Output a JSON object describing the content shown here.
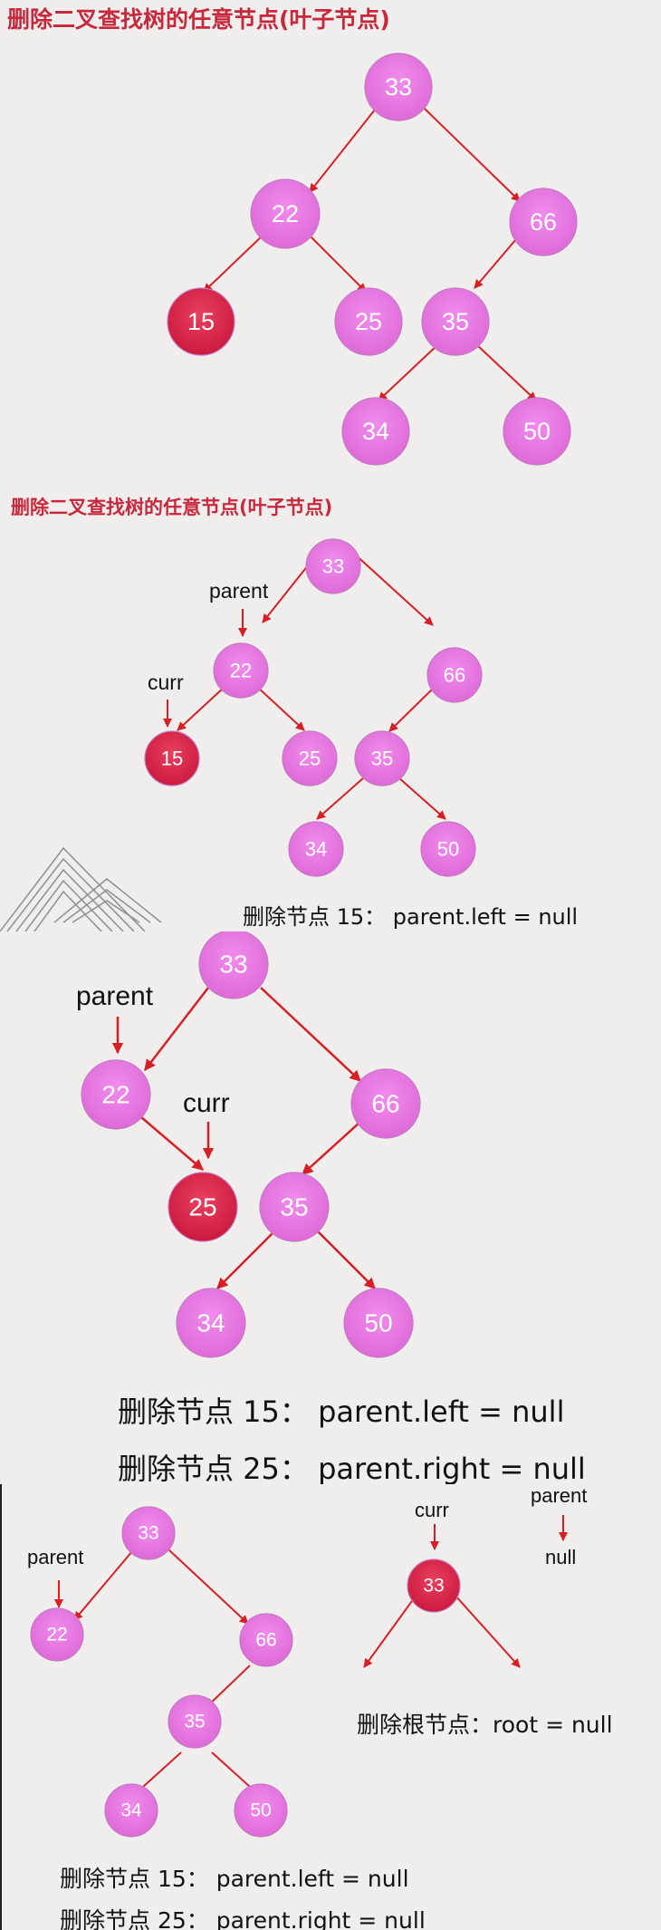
{
  "colors": {
    "node": "#e876e0",
    "highlight": "#d81f45",
    "edge": "#d81f26",
    "title": "#c8283c"
  },
  "panel1": {
    "title": "删除二叉查找树的任意节点(叶子节点)",
    "nodes": [
      "33",
      "22",
      "66",
      "15",
      "25",
      "35",
      "34",
      "50"
    ]
  },
  "panel2": {
    "title": "删除二叉查找树的任意节点(叶子节点)",
    "nodes": [
      "33",
      "22",
      "66",
      "15",
      "25",
      "35",
      "34",
      "50"
    ],
    "parent_label": "parent",
    "curr_label": "curr",
    "caption": "删除节点 15： parent.left = null"
  },
  "panel3": {
    "nodes": [
      "33",
      "22",
      "66",
      "25",
      "35",
      "34",
      "50"
    ],
    "parent_label": "parent",
    "curr_label": "curr",
    "caption1": "删除节点 15： parent.left = null",
    "caption2": "删除节点 25： parent.right = null"
  },
  "panel4": {
    "nodes": [
      "33",
      "22",
      "66",
      "35",
      "34",
      "50"
    ],
    "parent_label": "parent",
    "root_node": "33",
    "curr_label": "curr",
    "root_parent_label": "parent",
    "null_label": "null",
    "root_caption": "删除根节点：root = null",
    "caption1": "删除节点 15： parent.left = null",
    "caption2": "删除节点 25： parent.right = null"
  }
}
